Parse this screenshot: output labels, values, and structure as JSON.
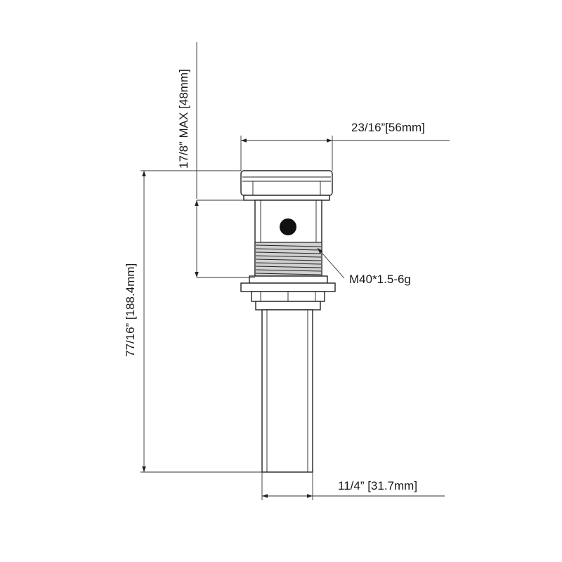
{
  "dimensions": {
    "cap_diameter": "23/16”[56mm]",
    "max_thickness": "17/8” MAX [48mm]",
    "total_height": "77/16” [188.4mm]",
    "tube_diameter": "11/4” [31.7mm]",
    "thread_spec": "M40*1.5-6g"
  },
  "colors": {
    "line": "#222222",
    "text": "#1a1a1a",
    "thread": "#c8c8c8"
  }
}
